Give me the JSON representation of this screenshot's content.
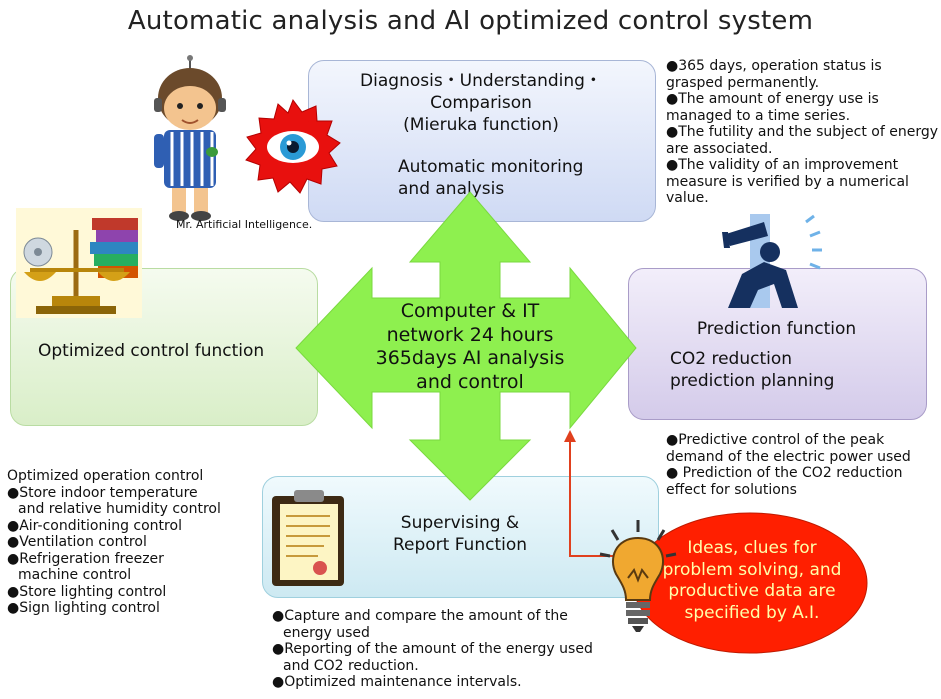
{
  "title": "Automatic analysis and AI optimized control system",
  "top_box": {
    "heading_lines": [
      "Diagnosis・Understanding・",
      "Comparison",
      "(Mieruka function)"
    ],
    "sub_lines": [
      "Automatic monitoring",
      "and analysis"
    ]
  },
  "left_box": {
    "label": "Optimized control function"
  },
  "right_box": {
    "heading": "Prediction function",
    "sub_lines": [
      "CO2 reduction",
      "prediction planning"
    ]
  },
  "bottom_box": {
    "lines": [
      "Supervising &",
      "Report Function"
    ]
  },
  "center": {
    "lines": [
      "Computer & IT",
      "network 24 hours",
      "365days AI analysis",
      "and control"
    ]
  },
  "ai_caption": "Mr. Artificial Intelligence.",
  "top_right_notes": [
    "●365 days, operation status is",
    "grasped permanently.",
    "●The amount of energy use is",
    "managed to a time series.",
    "●The futility and the subject of energy",
    "are associated.",
    "●The validity of an improvement",
    "measure is verified by a numerical",
    "value."
  ],
  "right_notes": [
    "●Predictive control of the peak",
    "demand of the electric power used",
    "● Prediction of the CO2 reduction",
    "effect for solutions"
  ],
  "left_notes": [
    "Optimized operation control",
    "●Store indoor temperature",
    "and relative humidity control",
    "●Air-conditioning control",
    "●Ventilation control",
    "●Refrigeration freezer",
    "machine control",
    "●Store lighting control",
    "●Sign lighting control"
  ],
  "bottom_notes": [
    "●Capture and compare the amount of the",
    "energy used",
    "●Reporting of the amount of the energy used",
    "and CO2 reduction.",
    "●Optimized maintenance intervals."
  ],
  "ellipse": {
    "lines": [
      "Ideas, clues for",
      "problem solving, and",
      "productive data are",
      "specified by A.I."
    ]
  },
  "colors": {
    "arrow_green": "#8ef04f",
    "ellipse_red": "#ff1f00",
    "eye_red": "#e8100e",
    "bulb": "#f0a830",
    "connector": "#e0401e"
  },
  "icons": [
    "robot-character-icon",
    "eye-icon",
    "scale-books-icon",
    "telescope-person-icon",
    "clipboard-icon",
    "lightbulb-icon"
  ]
}
